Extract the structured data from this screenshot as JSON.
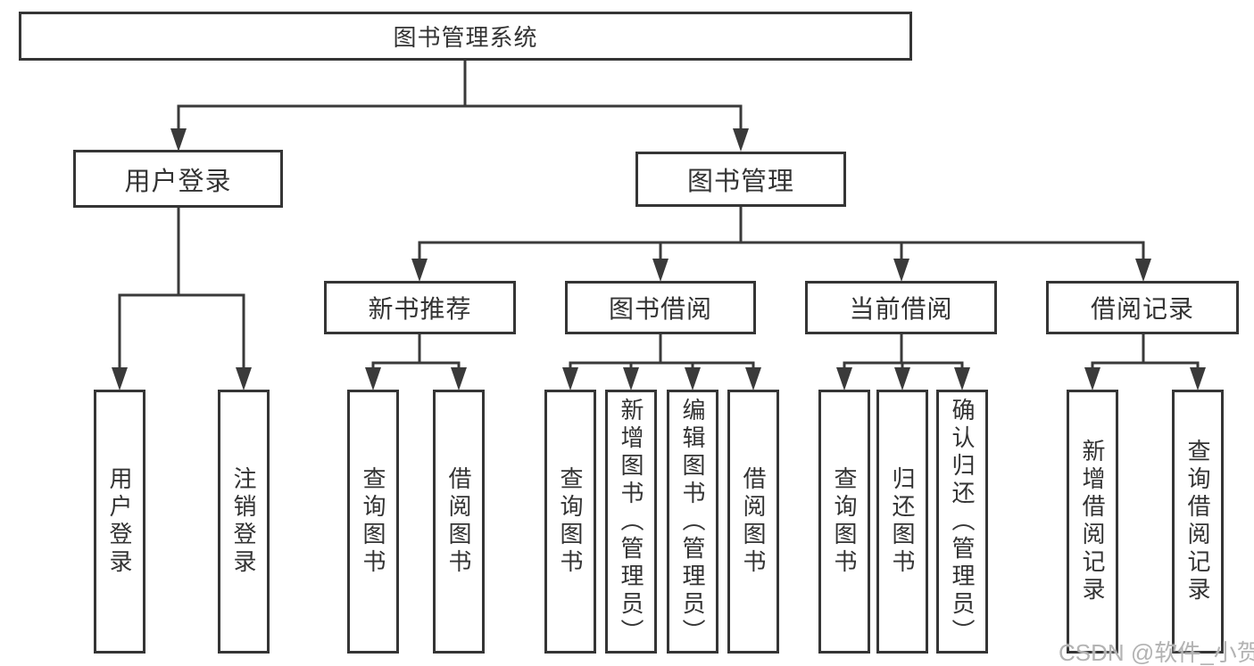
{
  "diagram": {
    "type": "hierarchy",
    "nodes": {
      "root": {
        "label": "图书管理系统"
      },
      "user_login": {
        "label": "用户登录"
      },
      "book_mgmt": {
        "label": "图书管理"
      },
      "new_books": {
        "label": "新书推荐"
      },
      "book_borrow": {
        "label": "图书借阅"
      },
      "current_borrow": {
        "label": "当前借阅"
      },
      "borrow_records": {
        "label": "借阅记录"
      },
      "leaves": {
        "user_login": [
          "用户登录",
          "注销登录"
        ],
        "new_books": [
          "查询图书",
          "借阅图书"
        ],
        "book_borrow": [
          "查询图书",
          "新增图书（管理员）",
          "编辑图书（管理员）",
          "借阅图书"
        ],
        "current_borrow": [
          "查询图书",
          "归还图书",
          "确认归还（管理员）"
        ],
        "borrow_records": [
          "新增借阅记录",
          "查询借阅记录"
        ]
      }
    },
    "colors": {
      "line": "#3a3a3a",
      "box_border": "#353535",
      "box_fill": "#ffffff",
      "text": "#333333",
      "watermark": "#b3b3b3"
    }
  },
  "watermark": {
    "text": "CSDN @软件_小贺同学"
  }
}
